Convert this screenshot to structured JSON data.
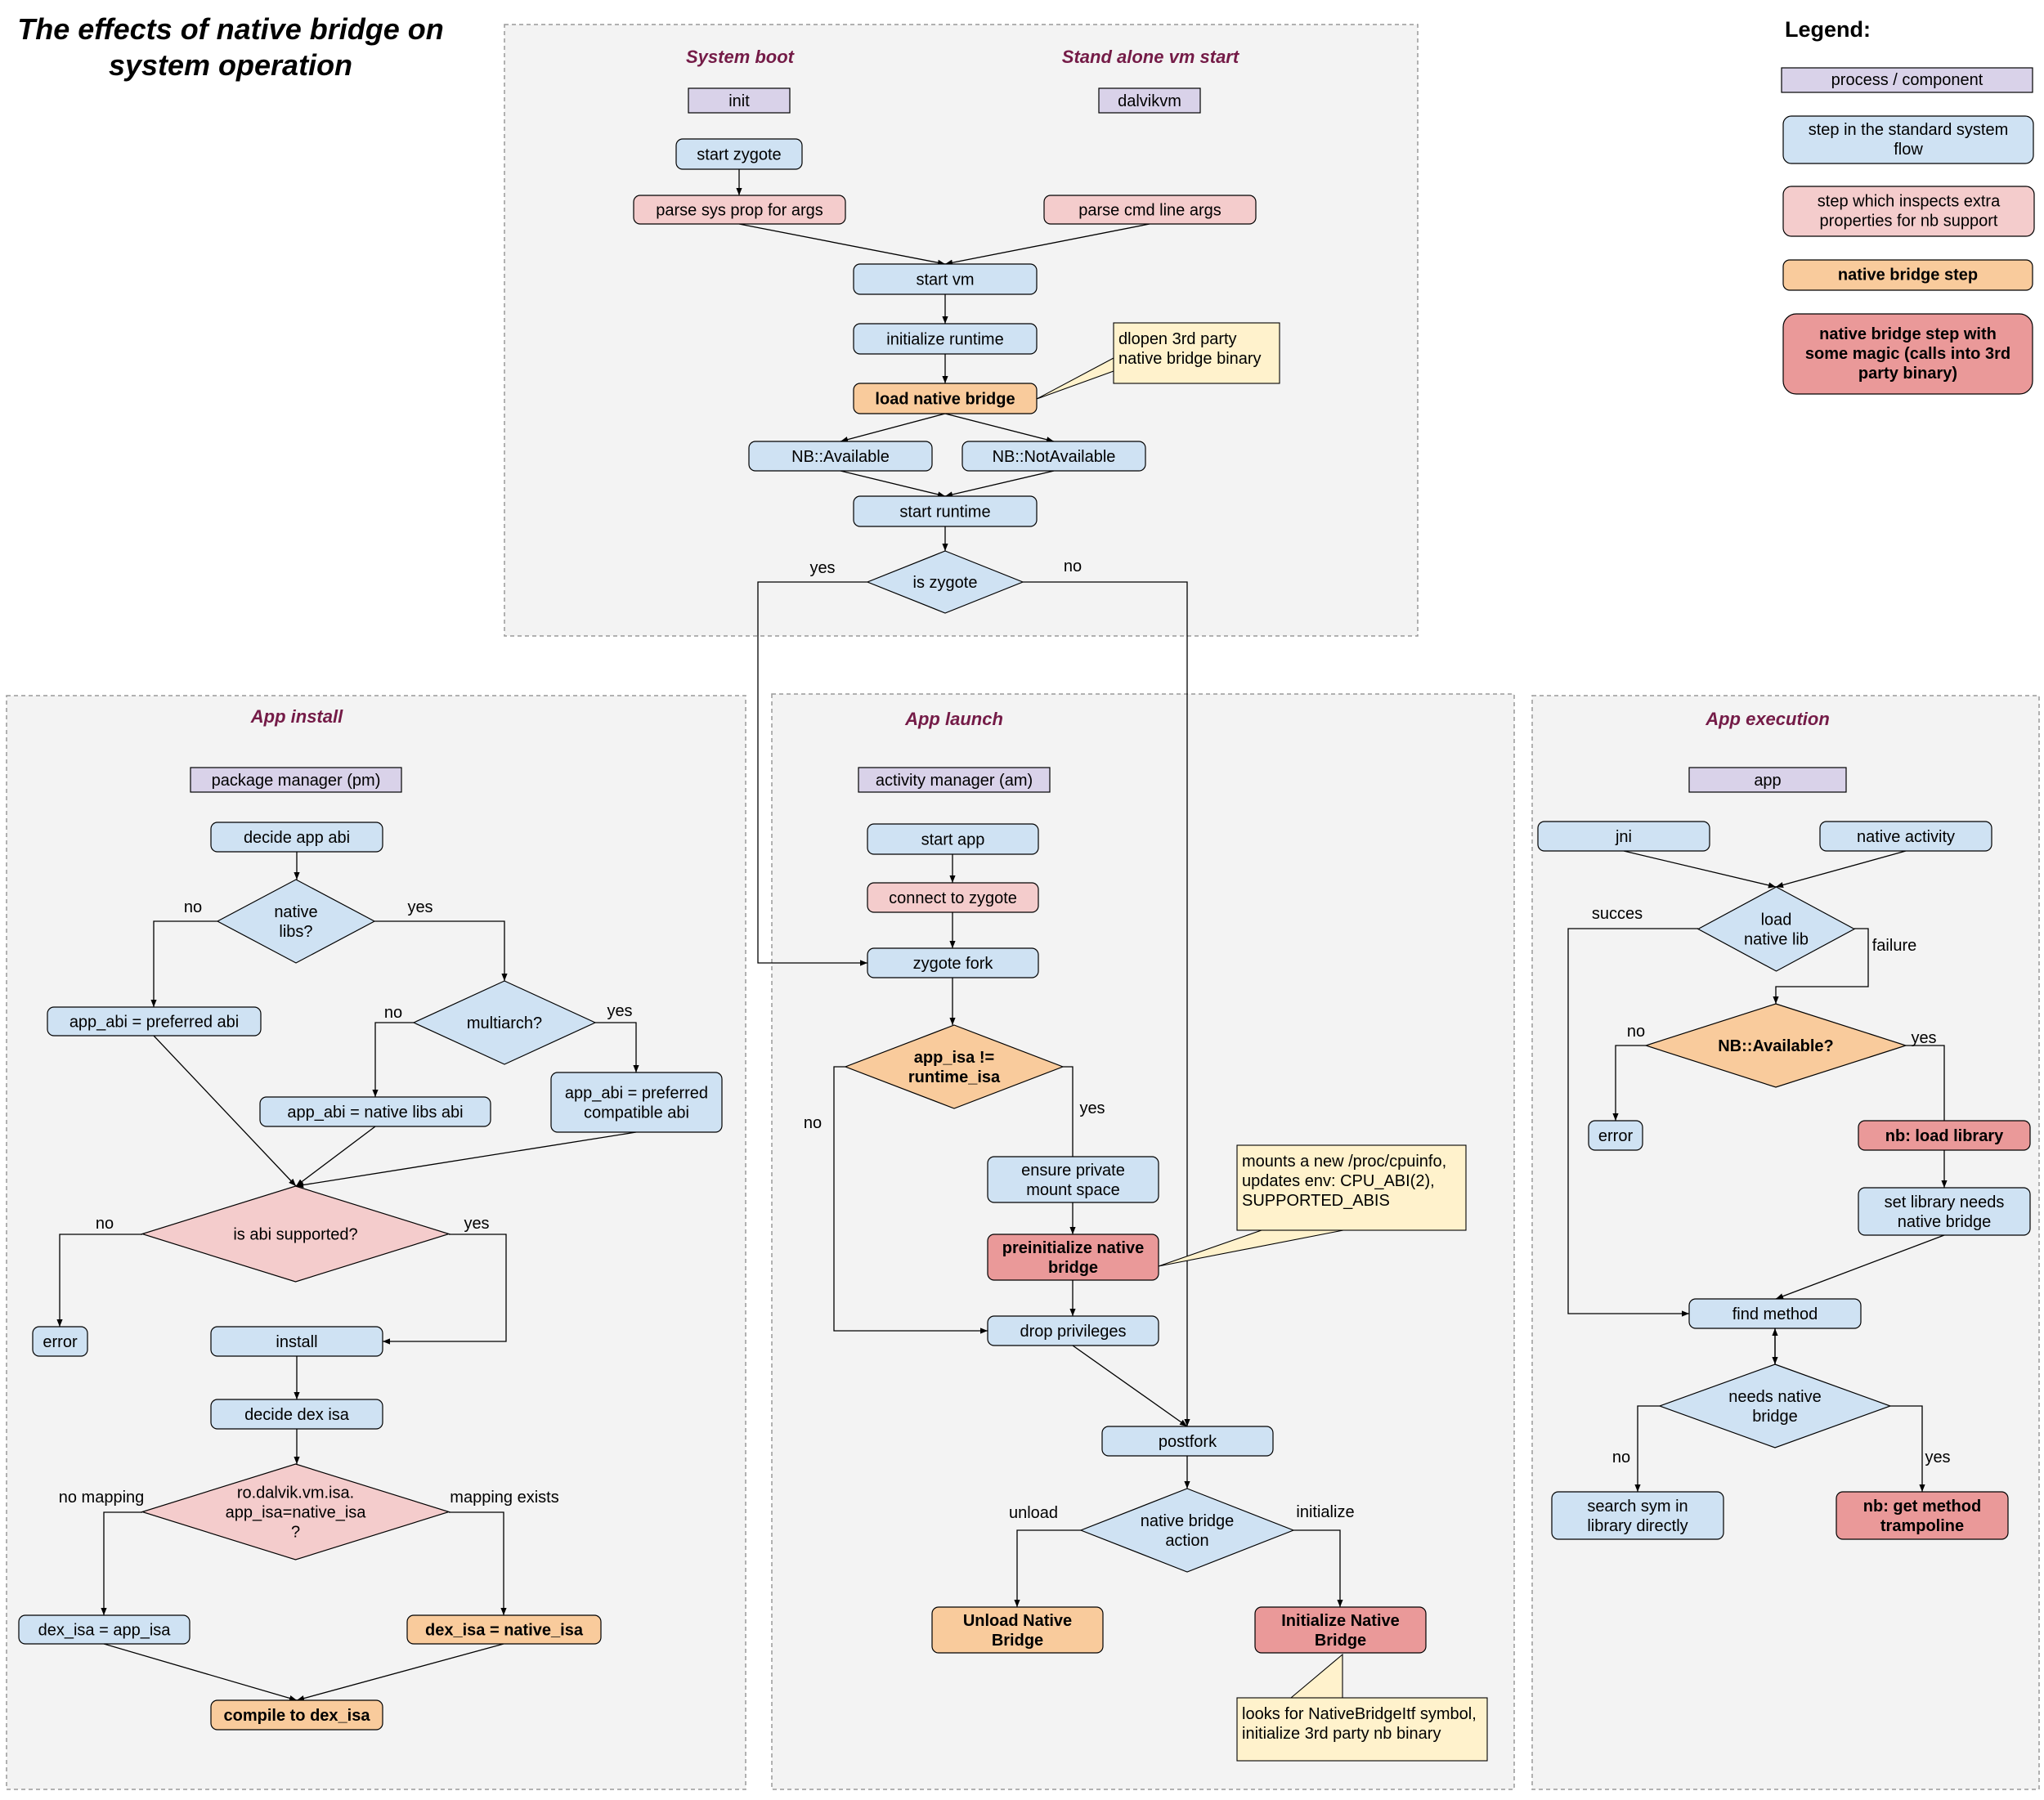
{
  "title": [
    "The effects of native bridge on",
    "system operation"
  ],
  "legend": {
    "title": "Legend:",
    "items": {
      "process": [
        "process / component"
      ],
      "standard": [
        "step in the standard system",
        "flow"
      ],
      "inspect": [
        "step which inspects extra",
        "properties for nb  support"
      ],
      "nb_step": [
        "native bridge step"
      ],
      "nb_magic": [
        "native bridge step with",
        "some magic (calls into 3rd",
        "party binary)"
      ]
    }
  },
  "colors": {
    "process": "#d9d2e9",
    "standard": "#cfe2f3",
    "inspect": "#f4cccc",
    "nb_step": "#f9cb9c",
    "nb_magic": "#ea9999",
    "note": "#fff2cc",
    "section": "#f3f3f3",
    "section_title": "#741b47"
  },
  "sections": {
    "boot": "System boot",
    "standalone": "Stand alone vm start",
    "install": "App install",
    "launch": "App launch",
    "execution": "App execution"
  },
  "nodes": {
    "init": [
      "init"
    ],
    "dalvikvm": [
      "dalvikvm"
    ],
    "start_zygote": [
      "start zygote"
    ],
    "parse_sys_prop": [
      "parse sys prop for args"
    ],
    "parse_cmd_line": [
      "parse cmd line args"
    ],
    "start_vm": [
      "start vm"
    ],
    "init_runtime": [
      "initialize runtime"
    ],
    "load_nb": [
      "load native bridge"
    ],
    "nb_available": [
      "NB::Available"
    ],
    "nb_not_available": [
      "NB::NotAvailable"
    ],
    "start_runtime": [
      "start runtime"
    ],
    "is_zygote": [
      "is zygote"
    ],
    "pm": [
      "package manager (pm)"
    ],
    "decide_abi": [
      "decide app abi"
    ],
    "native_libs_q": [
      "native",
      "libs?"
    ],
    "abi_preferred": [
      "app_abi = preferred abi"
    ],
    "multiarch_q": [
      "multiarch?"
    ],
    "abi_native_libs": [
      "app_abi = native libs abi"
    ],
    "abi_compatible": [
      "app_abi = preferred",
      "compatible abi"
    ],
    "abi_supported_q": [
      "is abi supported?"
    ],
    "install_error": [
      "error"
    ],
    "install": [
      "install"
    ],
    "decide_dex_isa": [
      "decide dex isa"
    ],
    "isa_mapping_q": [
      "ro.dalvik.vm.isa.",
      "app_isa=native_isa",
      "?"
    ],
    "dex_app_isa": [
      "dex_isa = app_isa"
    ],
    "dex_native_isa": [
      "dex_isa = native_isa"
    ],
    "compile_dex": [
      "compile to dex_isa"
    ],
    "am": [
      "activity manager (am)"
    ],
    "start_app": [
      "start app"
    ],
    "connect_zygote": [
      "connect to zygote"
    ],
    "zygote_fork": [
      "zygote fork"
    ],
    "isa_neq_q": [
      "app_isa !=",
      "runtime_isa"
    ],
    "ensure_mount": [
      "ensure  private",
      "mount space"
    ],
    "preinit_nb": [
      "preinitialize native",
      "bridge"
    ],
    "drop_priv": [
      "drop privileges"
    ],
    "postfork": [
      "postfork"
    ],
    "nb_action_q": [
      "native bridge",
      "action"
    ],
    "unload_nb": [
      "Unload Native",
      "Bridge"
    ],
    "init_nb": [
      "Initialize Native",
      "Bridge"
    ],
    "app": [
      "app"
    ],
    "jni": [
      "jni"
    ],
    "native_activity": [
      "native activity"
    ],
    "load_native_lib_q": [
      "load",
      "native lib"
    ],
    "nb_available_q": [
      "NB::Available?"
    ],
    "exec_error": [
      "error"
    ],
    "nb_load_library": [
      "nb: load library"
    ],
    "set_lib_needs_nb": [
      "set library needs",
      "native bridge"
    ],
    "find_method": [
      "find method"
    ],
    "needs_nb_q": [
      "needs native",
      "bridge"
    ],
    "search_sym": [
      "search sym in",
      "library directly"
    ],
    "nb_get_trampoline": [
      "nb: get method",
      "trampoline"
    ]
  },
  "notes": {
    "dlopen": [
      "dlopen 3rd party",
      "native bridge binary"
    ],
    "mounts": [
      "mounts a new /proc/cpuinfo,",
      "updates env: CPU_ABI(2),",
      "SUPPORTED_ABIS"
    ],
    "looks_for": [
      "looks for NativeBridgeItf symbol,",
      "initialize 3rd party nb binary"
    ]
  },
  "edge_labels": {
    "zygote_yes": "yes",
    "zygote_no": "no",
    "libs_no": "no",
    "libs_yes": "yes",
    "multi_no": "no",
    "multi_yes": "yes",
    "supported_no": "no",
    "supported_yes": "yes",
    "no_mapping": "no mapping",
    "mapping_exists": "mapping exists",
    "isa_no": "no",
    "isa_yes": "yes",
    "unload": "unload",
    "initialize": "initialize",
    "load_success": "succes",
    "load_failure": "failure",
    "avail_no": "no",
    "avail_yes": "yes",
    "needs_no": "no",
    "needs_yes": "yes"
  }
}
